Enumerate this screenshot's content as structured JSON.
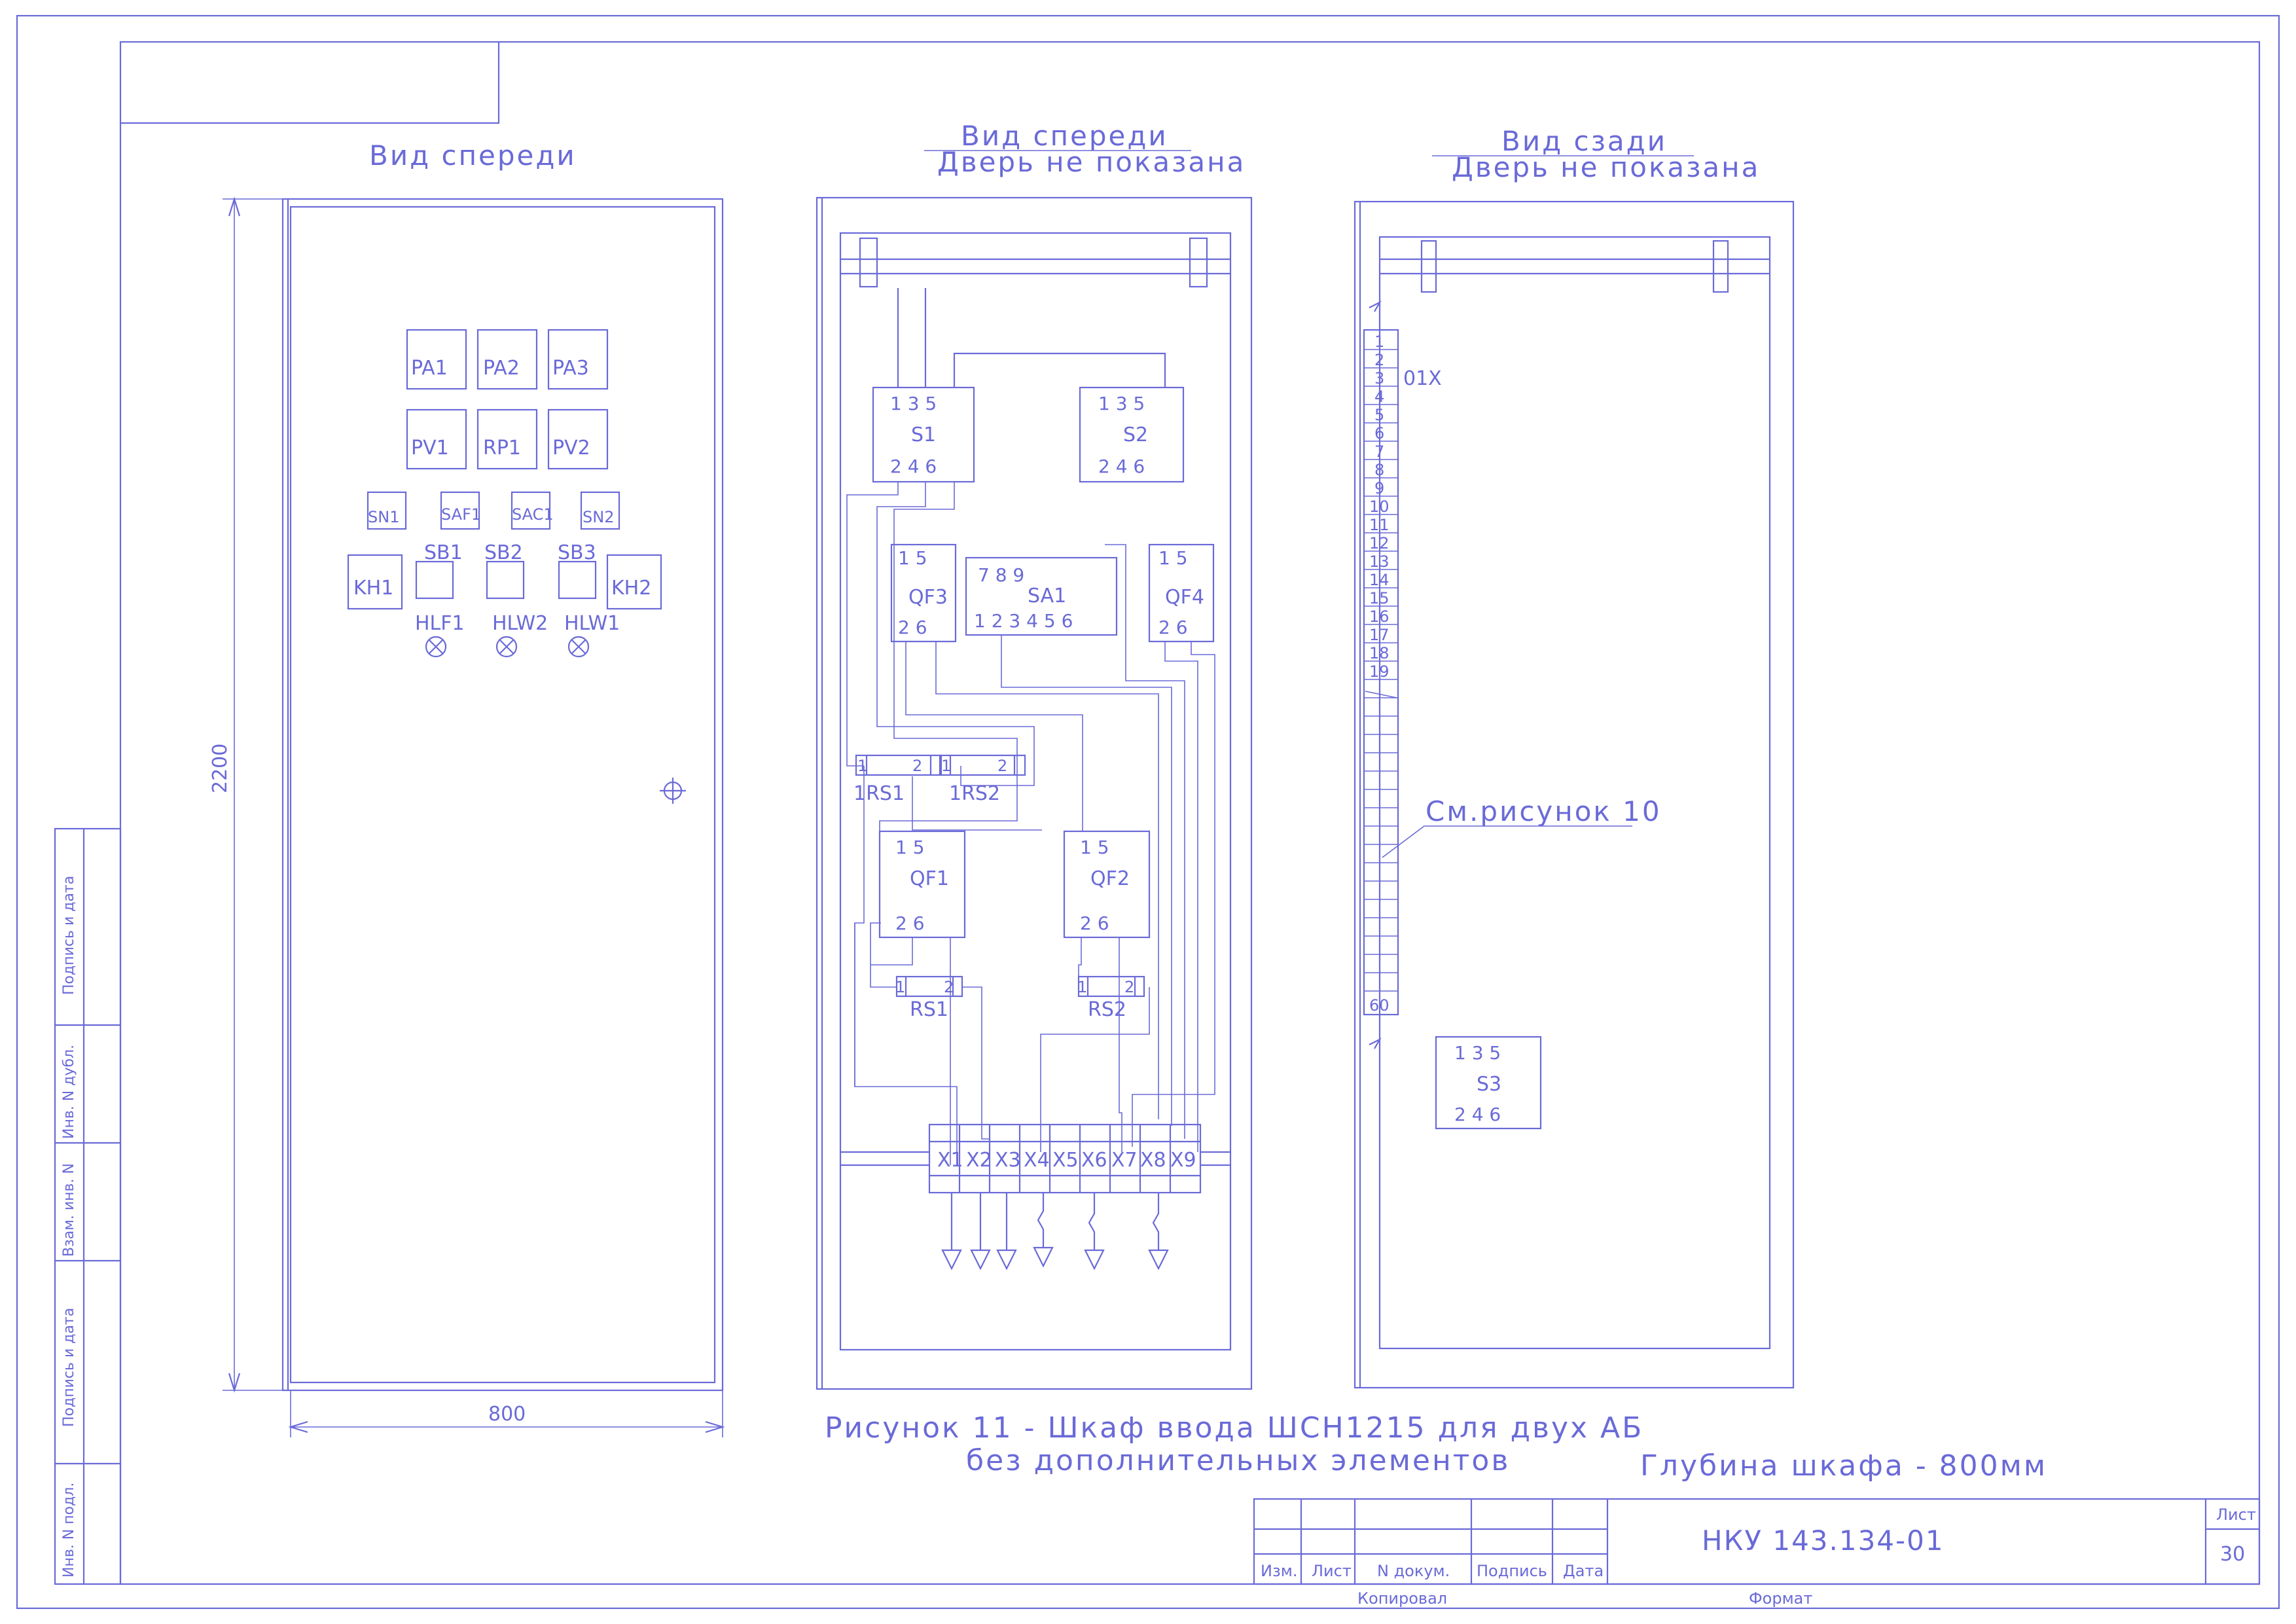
{
  "views": {
    "front": {
      "title": "Вид спереди"
    },
    "front_open": {
      "title": "Вид спереди",
      "subtitle": "Дверь не показана"
    },
    "rear": {
      "title": "Вид сзади",
      "subtitle": "Дверь не показана"
    }
  },
  "dimensions": {
    "height": "2200",
    "width": "800"
  },
  "front_panel": {
    "meters": [
      "PA1",
      "PA2",
      "PA3",
      "PV1",
      "RP1",
      "PV2"
    ],
    "switches": [
      "SN1",
      "SAF1",
      "SAC1",
      "SN2"
    ],
    "buttons": [
      "SB1",
      "SB2",
      "SB3"
    ],
    "keys": [
      "KH1",
      "KH2"
    ],
    "lamps": [
      "HLF1",
      "HLW2",
      "HLW1"
    ]
  },
  "internal": {
    "s1": {
      "label": "S1",
      "top": "1 3 5",
      "bottom": "2 4 6"
    },
    "s2": {
      "label": "S2",
      "top": "1 3 5",
      "bottom": "2 4 6"
    },
    "qf3": {
      "label": "QF3",
      "top": "1  5",
      "bottom": "2  6"
    },
    "qf4": {
      "label": "QF4",
      "top": "1  5",
      "bottom": "2  6"
    },
    "sa1": {
      "label": "SA1",
      "top": "7    8    9",
      "bottom": "1 2  3 4 5 6"
    },
    "qf1": {
      "label": "QF1",
      "top": "1      5",
      "bottom": "2      6"
    },
    "qf2": {
      "label": "QF2",
      "top": "1      5",
      "bottom": "2      6"
    },
    "shunts": [
      {
        "label": "1RS1",
        "pins": [
          "1",
          "2"
        ]
      },
      {
        "label": "1RS2",
        "pins": [
          "1",
          "2"
        ]
      },
      {
        "label": "RS1",
        "pins": [
          "1",
          "2"
        ]
      },
      {
        "label": "RS2",
        "pins": [
          "1",
          "2"
        ]
      }
    ],
    "terminals": [
      "X1",
      "X2",
      "X3",
      "X4",
      "X5",
      "X6",
      "X7",
      "X8",
      "X9"
    ]
  },
  "rear_panel": {
    "terminal_block": "01X",
    "terminal_numbers": [
      "1",
      "2",
      "3",
      "4",
      "5",
      "6",
      "7",
      "8",
      "9",
      "10",
      "11",
      "12",
      "13",
      "14",
      "15",
      "16",
      "17",
      "18",
      "19"
    ],
    "terminal_last": "60",
    "reference": "См.рисунок 10",
    "s3": {
      "label": "S3",
      "top": "1 3 5",
      "bottom": "2 4 6"
    }
  },
  "caption": {
    "line1": "Рисунок 11 - Шкаф ввода ШСН1215 для двух  АБ",
    "line2": "без дополнительных элементов",
    "depth": "Глубина шкафа - 800мм"
  },
  "side_stamp": [
    "Инв. N подл.",
    "Подпись и дата",
    "Взам. инв. N",
    "Инв. N дубл.",
    "Подпись и дата"
  ],
  "title_block": {
    "headers": [
      "Изм.",
      "Лист",
      "N докум.",
      "Подпись",
      "Дата"
    ],
    "document": "НКУ 143.134-01",
    "sheet_label": "Лист",
    "sheet_number": "30",
    "copied": "Копировал",
    "format": "Формат"
  },
  "colors": {
    "ink": "#6a6ad8",
    "paper": "#ffffff"
  }
}
